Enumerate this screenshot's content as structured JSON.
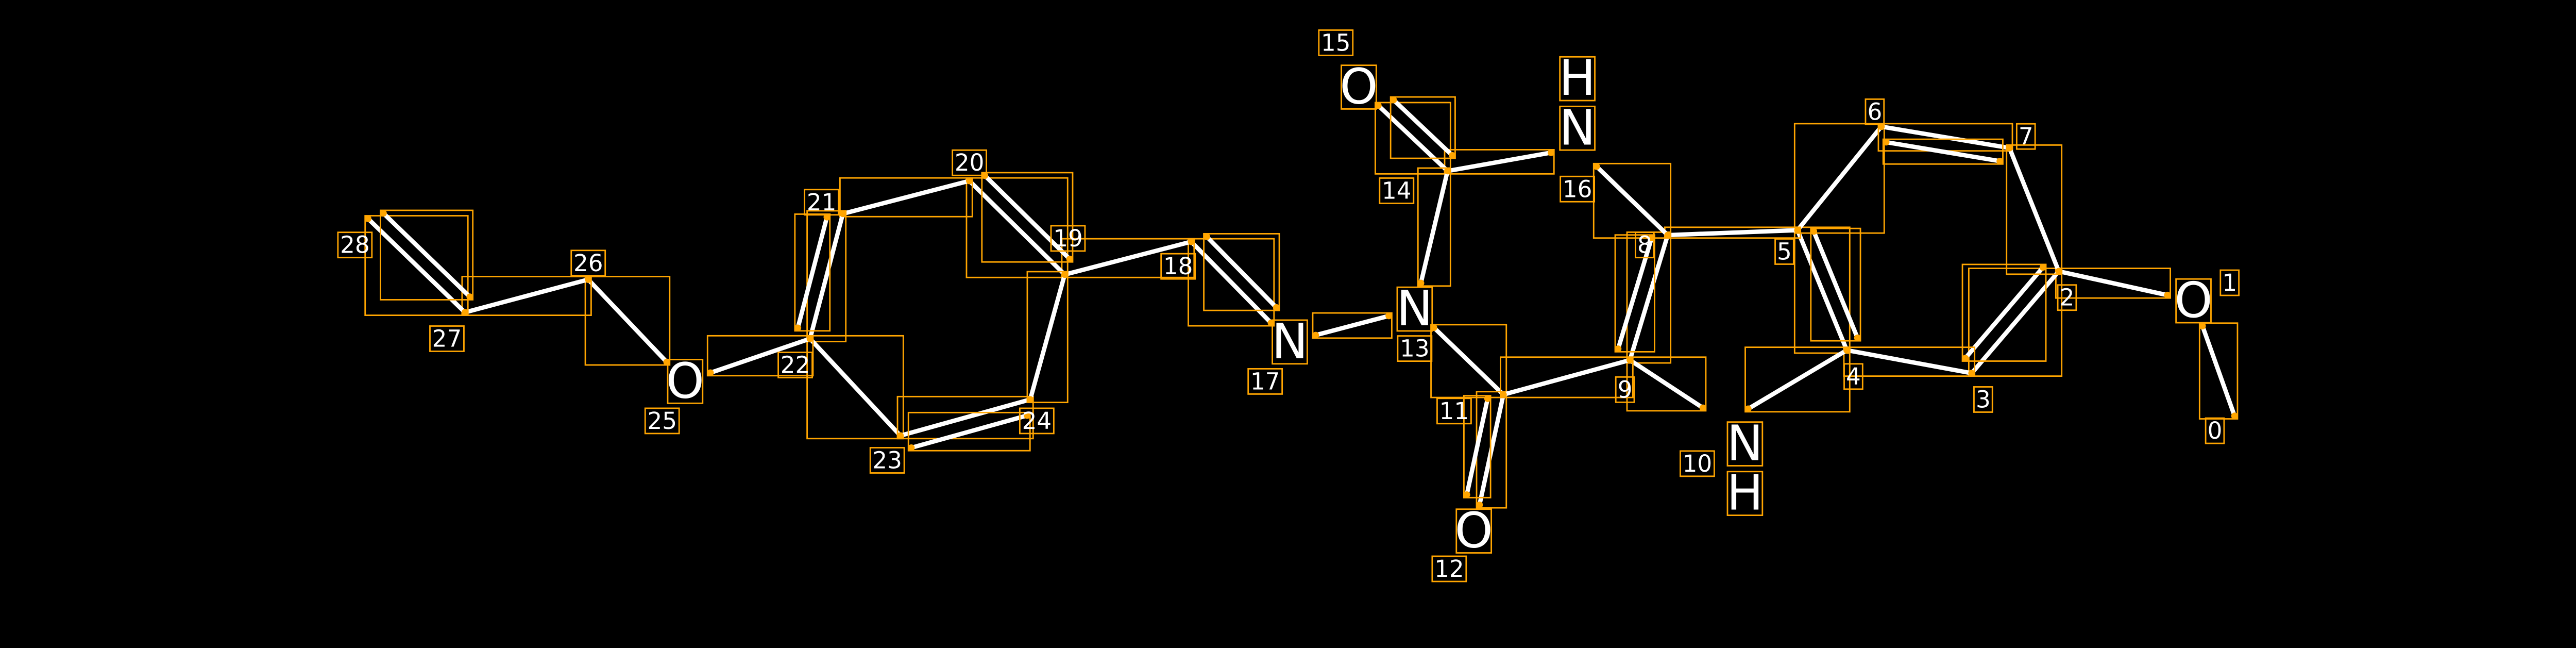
{
  "title": "Molecule graph with atom indices",
  "colors": {
    "background": "#000000",
    "bond": "#FFFFFF",
    "box": "#FFA500",
    "text": "#FFFFFF"
  },
  "atoms": [
    {
      "index": "0",
      "symbol": ""
    },
    {
      "index": "1",
      "symbol": "O"
    },
    {
      "index": "2",
      "symbol": ""
    },
    {
      "index": "3",
      "symbol": ""
    },
    {
      "index": "4",
      "symbol": ""
    },
    {
      "index": "5",
      "symbol": ""
    },
    {
      "index": "6",
      "symbol": ""
    },
    {
      "index": "7",
      "symbol": ""
    },
    {
      "index": "8",
      "symbol": ""
    },
    {
      "index": "9",
      "symbol": ""
    },
    {
      "index": "10",
      "symbol": "N",
      "h": "H"
    },
    {
      "index": "11",
      "symbol": ""
    },
    {
      "index": "12",
      "symbol": "O"
    },
    {
      "index": "13",
      "symbol": "N"
    },
    {
      "index": "14",
      "symbol": ""
    },
    {
      "index": "15",
      "symbol": "O"
    },
    {
      "index": "16",
      "symbol": "N",
      "h": "H"
    },
    {
      "index": "17",
      "symbol": "N"
    },
    {
      "index": "18",
      "symbol": ""
    },
    {
      "index": "19",
      "symbol": ""
    },
    {
      "index": "20",
      "symbol": ""
    },
    {
      "index": "21",
      "symbol": ""
    },
    {
      "index": "22",
      "symbol": ""
    },
    {
      "index": "23",
      "symbol": ""
    },
    {
      "index": "24",
      "symbol": ""
    },
    {
      "index": "25",
      "symbol": "O"
    },
    {
      "index": "26",
      "symbol": ""
    },
    {
      "index": "27",
      "symbol": ""
    },
    {
      "index": "28",
      "symbol": ""
    }
  ],
  "bonds": [
    [
      0,
      1,
      1
    ],
    [
      1,
      2,
      1
    ],
    [
      2,
      3,
      2
    ],
    [
      3,
      4,
      1
    ],
    [
      4,
      5,
      2
    ],
    [
      5,
      6,
      1
    ],
    [
      6,
      7,
      2
    ],
    [
      7,
      2,
      1
    ],
    [
      5,
      8,
      1
    ],
    [
      8,
      9,
      2
    ],
    [
      9,
      10,
      1
    ],
    [
      10,
      4,
      1
    ],
    [
      8,
      16,
      1
    ],
    [
      16,
      14,
      1
    ],
    [
      14,
      15,
      2
    ],
    [
      14,
      13,
      1
    ],
    [
      13,
      11,
      1
    ],
    [
      11,
      12,
      2
    ],
    [
      11,
      9,
      1
    ],
    [
      13,
      17,
      1
    ],
    [
      17,
      18,
      2
    ],
    [
      18,
      19,
      1
    ],
    [
      19,
      20,
      2
    ],
    [
      20,
      21,
      1
    ],
    [
      21,
      22,
      2
    ],
    [
      22,
      23,
      1
    ],
    [
      23,
      24,
      2
    ],
    [
      24,
      19,
      1
    ],
    [
      22,
      25,
      1
    ],
    [
      25,
      26,
      1
    ],
    [
      26,
      27,
      1
    ],
    [
      27,
      28,
      2
    ]
  ]
}
